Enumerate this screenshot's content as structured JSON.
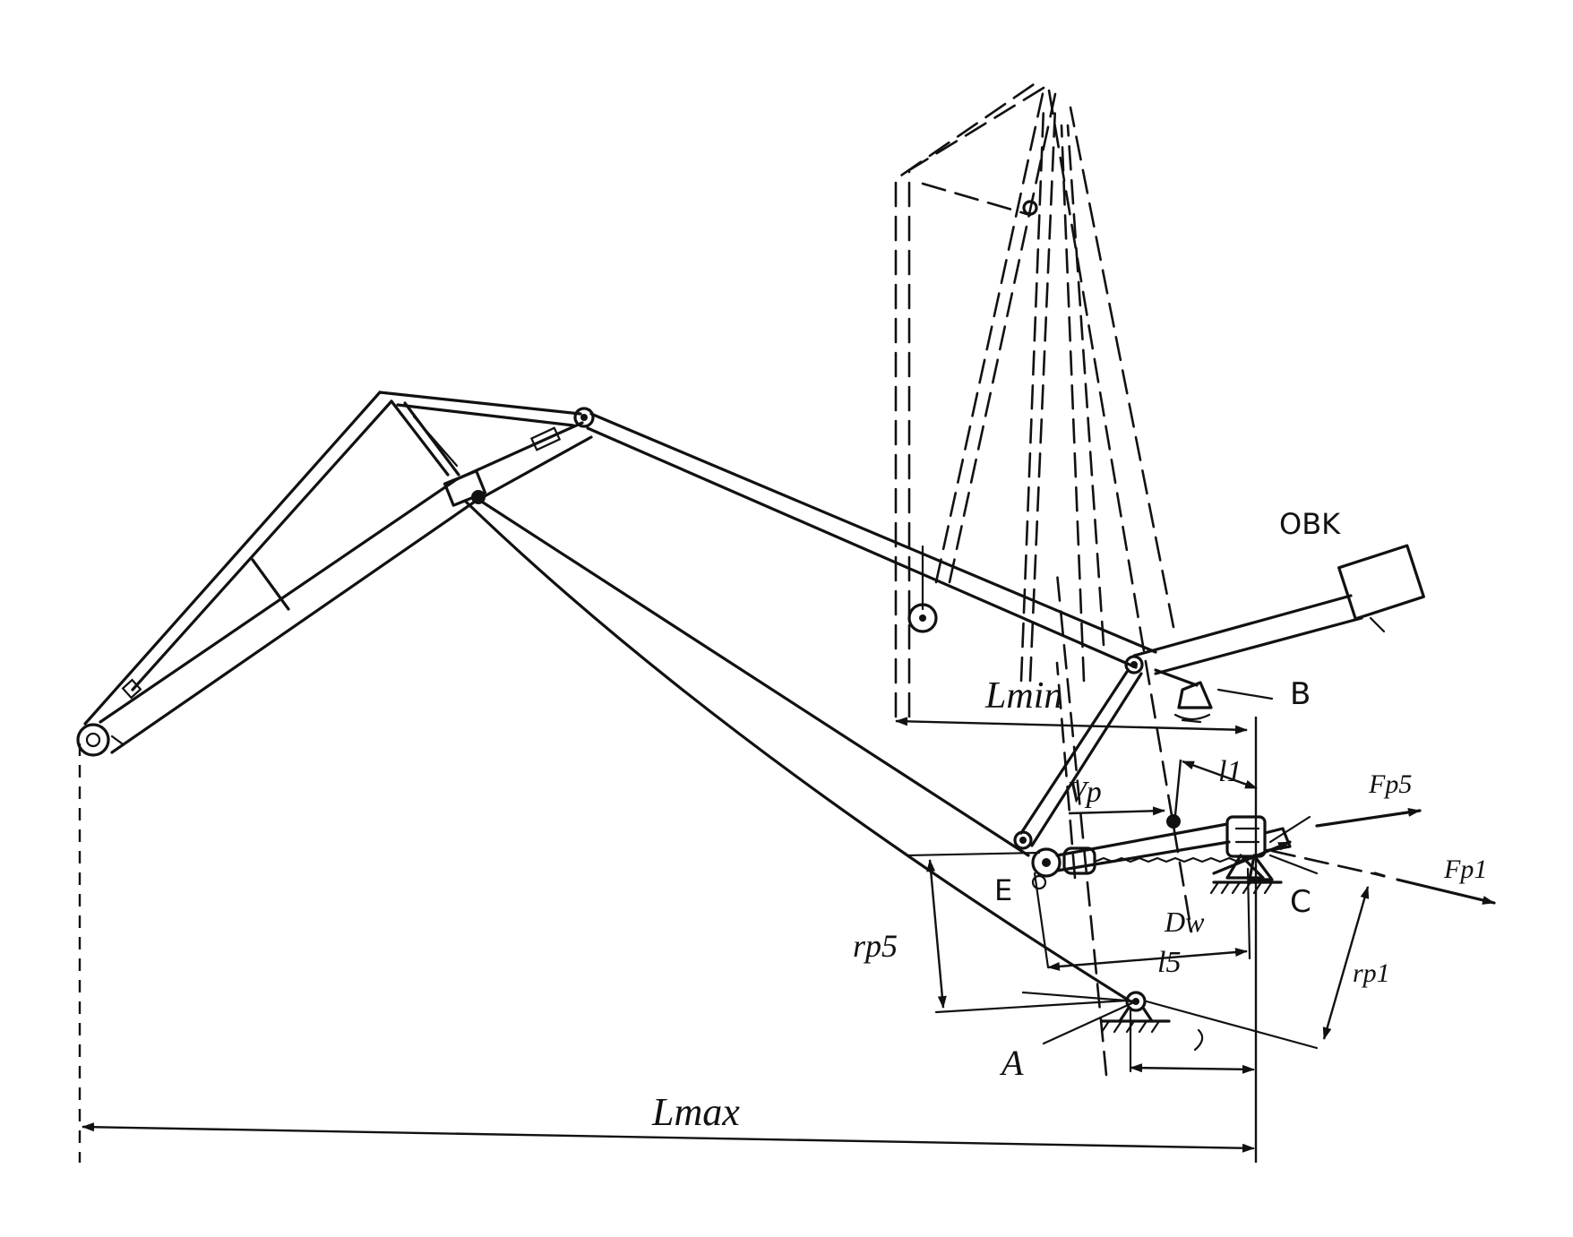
{
  "labels": {
    "obk": "OBK",
    "b": "B",
    "l_min": "Lmin",
    "l_max": "Lmax",
    "l1": "l1",
    "l5": "l5",
    "vp": "Vp",
    "fp5": "Fp5",
    "fp1": "Fp1",
    "rp5": "rp5",
    "rp1": "rp1",
    "e": "E",
    "c": "C",
    "dw": "Dw",
    "a": "A"
  }
}
